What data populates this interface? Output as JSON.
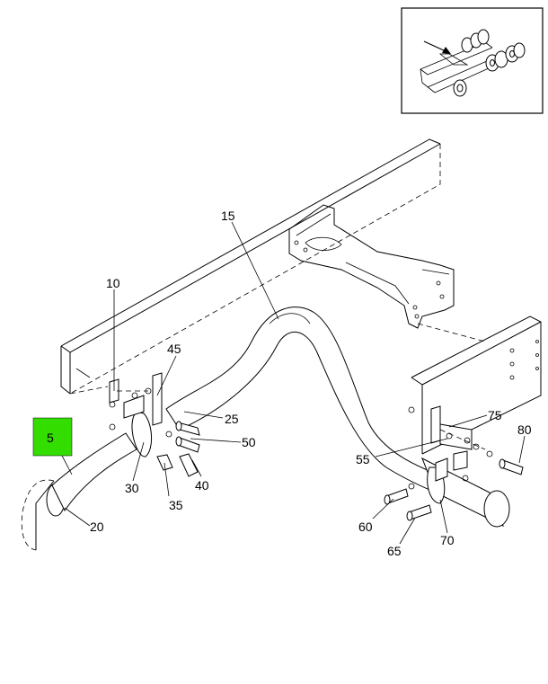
{
  "callouts": {
    "c5": "5",
    "c10": "10",
    "c15": "15",
    "c20": "20",
    "c25": "25",
    "c30": "30",
    "c35": "35",
    "c40": "40",
    "c45": "45",
    "c50": "50",
    "c55": "55",
    "c60": "60",
    "c65": "65",
    "c70": "70",
    "c75": "75",
    "c80": "80"
  },
  "colors": {
    "highlight": "#33dd00",
    "line": "#000000",
    "background": "#ffffff"
  },
  "icons": {
    "locator": "vehicle-chassis-locator-icon",
    "arrow": "arrow-right-icon"
  }
}
